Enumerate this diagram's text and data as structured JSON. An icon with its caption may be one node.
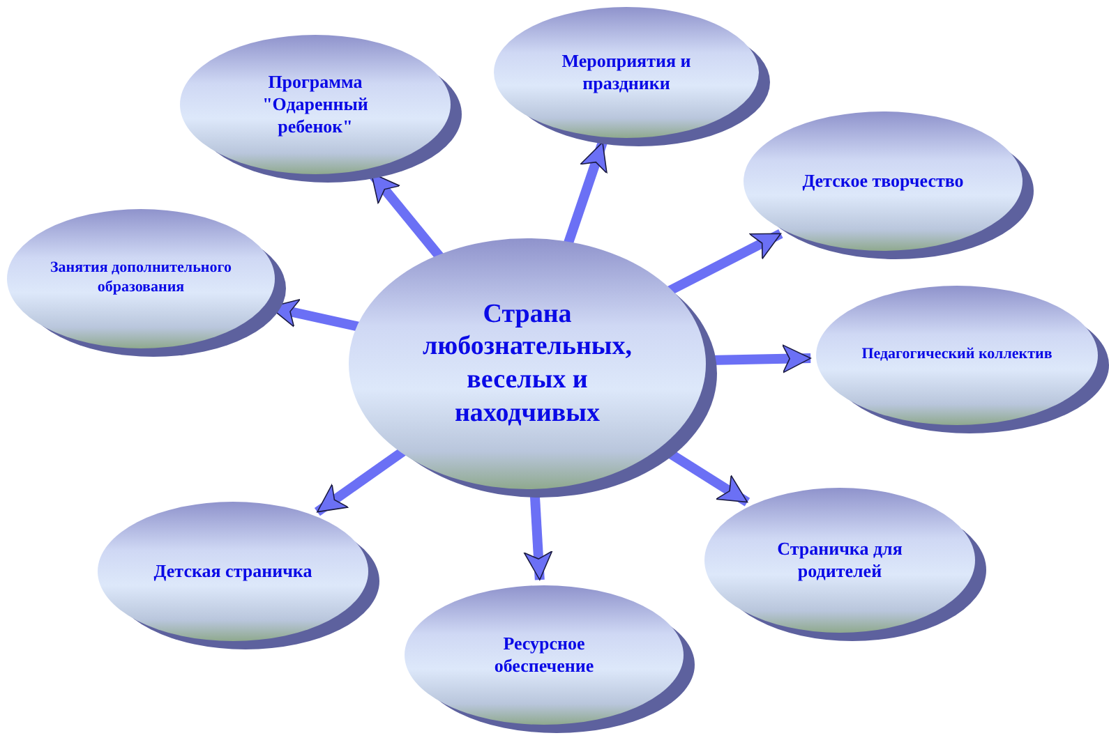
{
  "diagram": {
    "nodes": [
      {
        "text": [
          "Страна любознательных, веселых и находчивых"
        ]
      },
      {
        "text": [
          "Программа \"Одаренный ребенок\""
        ]
      },
      {
        "text": [
          "Мероприятия и праздники"
        ]
      },
      {
        "text": [
          "Детское творчество"
        ]
      },
      {
        "text": [
          "Занятия дополнительного образования"
        ]
      },
      {
        "text": [
          "Педагогический коллектив"
        ]
      },
      {
        "text": [
          "Страничка для родителей"
        ]
      },
      {
        "text": [
          "Детская страничка"
        ]
      },
      {
        "text": [
          "Ресурсное обеспечение"
        ]
      }
    ],
    "edges": [
      {
        "from": 0,
        "to": 1,
        "arrow": "to"
      },
      {
        "from": 0,
        "to": 2,
        "arrow": "to"
      },
      {
        "from": 0,
        "to": 3,
        "arrow": "to"
      },
      {
        "from": 0,
        "to": 4,
        "arrow": "to"
      },
      {
        "from": 0,
        "to": 5,
        "arrow": "to"
      },
      {
        "from": 0,
        "to": 6,
        "arrow": "to"
      },
      {
        "from": 0,
        "to": 7,
        "arrow": "to"
      },
      {
        "from": 0,
        "to": 8,
        "arrow": "to"
      }
    ]
  }
}
